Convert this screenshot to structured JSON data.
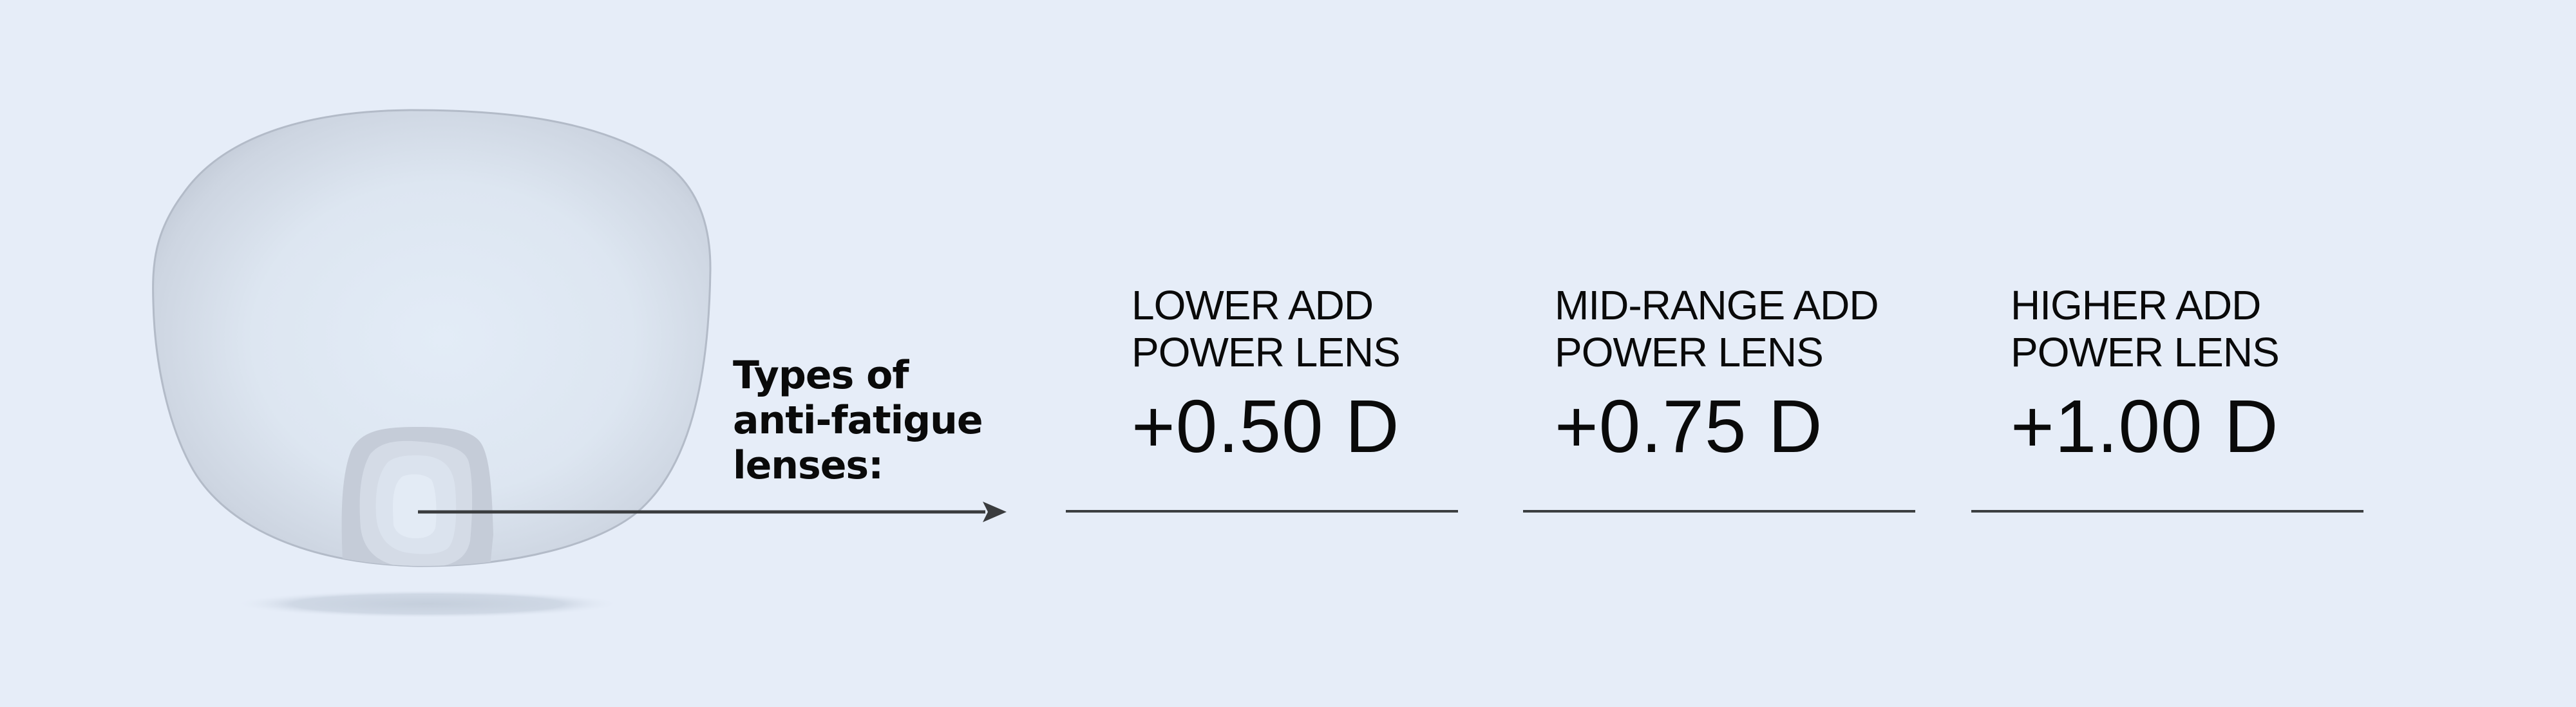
{
  "intro": {
    "lines": [
      "Types of",
      "anti-fatigue",
      "lenses:"
    ]
  },
  "lens_types": [
    {
      "label_line1": "LOWER ADD",
      "label_line2": "POWER LENS",
      "value": "+0.50 D"
    },
    {
      "label_line1": "MID-RANGE ADD",
      "label_line2": "POWER LENS",
      "value": "+0.75 D"
    },
    {
      "label_line1": "HIGHER ADD",
      "label_line2": "POWER LENS",
      "value": "+1.00 D"
    }
  ],
  "colors": {
    "background": "#e6edf8",
    "text": "#0a0a0a",
    "rule": "#3c3f41",
    "lens_zone_outer": "#c5ccd8",
    "lens_zone_middle": "#d5dce6",
    "lens_zone_inner": "#dde5f0",
    "lens_zone_core": "#e4ecf6"
  },
  "icons": {
    "lens": "lens-illustration",
    "arrow": "arrow-right-icon"
  }
}
